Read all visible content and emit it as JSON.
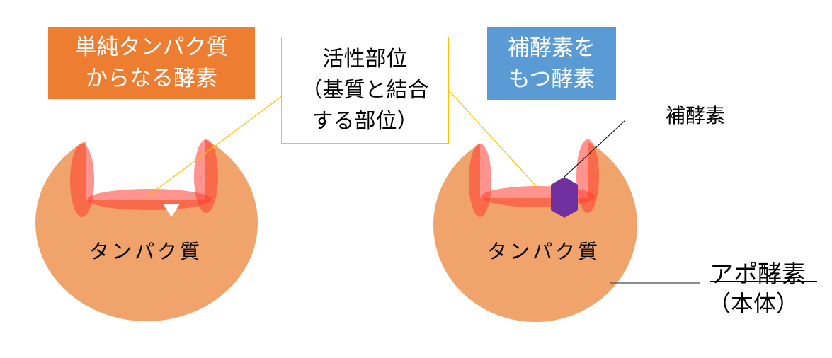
{
  "left_enzyme": {
    "title_lines": [
      "単純タンパク質",
      "からなる酵素"
    ],
    "body_label": "タンパク質"
  },
  "active_site_callout": {
    "lines": [
      "活性部位",
      "（基質と結合",
      "する部位）"
    ]
  },
  "right_enzyme": {
    "title_lines": [
      "補酵素を",
      "もつ酵素"
    ],
    "body_label": "タンパク質",
    "coenzyme_label": "補酵素",
    "apoenzyme_label": "アポ酵素",
    "apoenzyme_sub": "（本体）"
  },
  "colors": {
    "orange_box": "#ed7d31",
    "blue_box": "#5b9bd5",
    "callout_border": "#ffc000",
    "protein_body": "#f0a46c",
    "active_site": "#ff3b30",
    "coenzyme": "#7030a0"
  }
}
